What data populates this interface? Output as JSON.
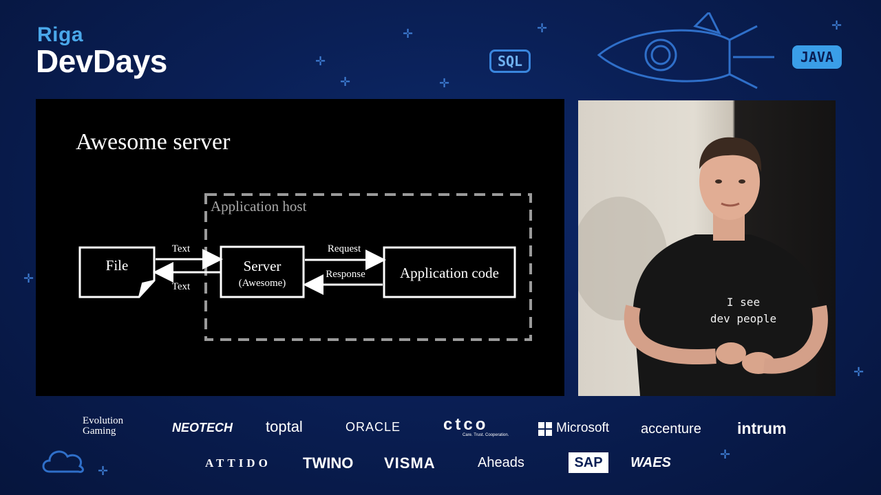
{
  "event": {
    "logo_line1": "Riga",
    "logo_line2": "DevDays",
    "badge_sql": "SQL",
    "badge_java": "JAVA"
  },
  "slide": {
    "title": "Awesome server",
    "diagram": {
      "container_label": "Application host",
      "file_label": "File",
      "server_label": "Server",
      "server_sublabel": "(Awesome)",
      "app_code_label": "Application code",
      "text_out_label": "Text",
      "text_in_label": "Text",
      "request_label": "Request",
      "response_label": "Response"
    }
  },
  "speaker": {
    "shirt_line1": "I see",
    "shirt_line2": "dev people"
  },
  "sponsors": {
    "row1": [
      "Evolution Gaming",
      "NEOTECH",
      "toptal",
      "ORACLE",
      "ctco",
      "Microsoft",
      "accenture",
      "intrum"
    ],
    "ctco_tagline": "Care. Trust. Cooperation.",
    "row2": [
      "ATTIDO",
      "TWINO",
      "VISMA",
      "Aheads",
      "SAP",
      "WAES"
    ]
  },
  "colors": {
    "background": "#0a1f55",
    "accent_blue": "#3a86dd",
    "slide_bg": "#000000",
    "dashed_border": "#9a9a9a"
  }
}
